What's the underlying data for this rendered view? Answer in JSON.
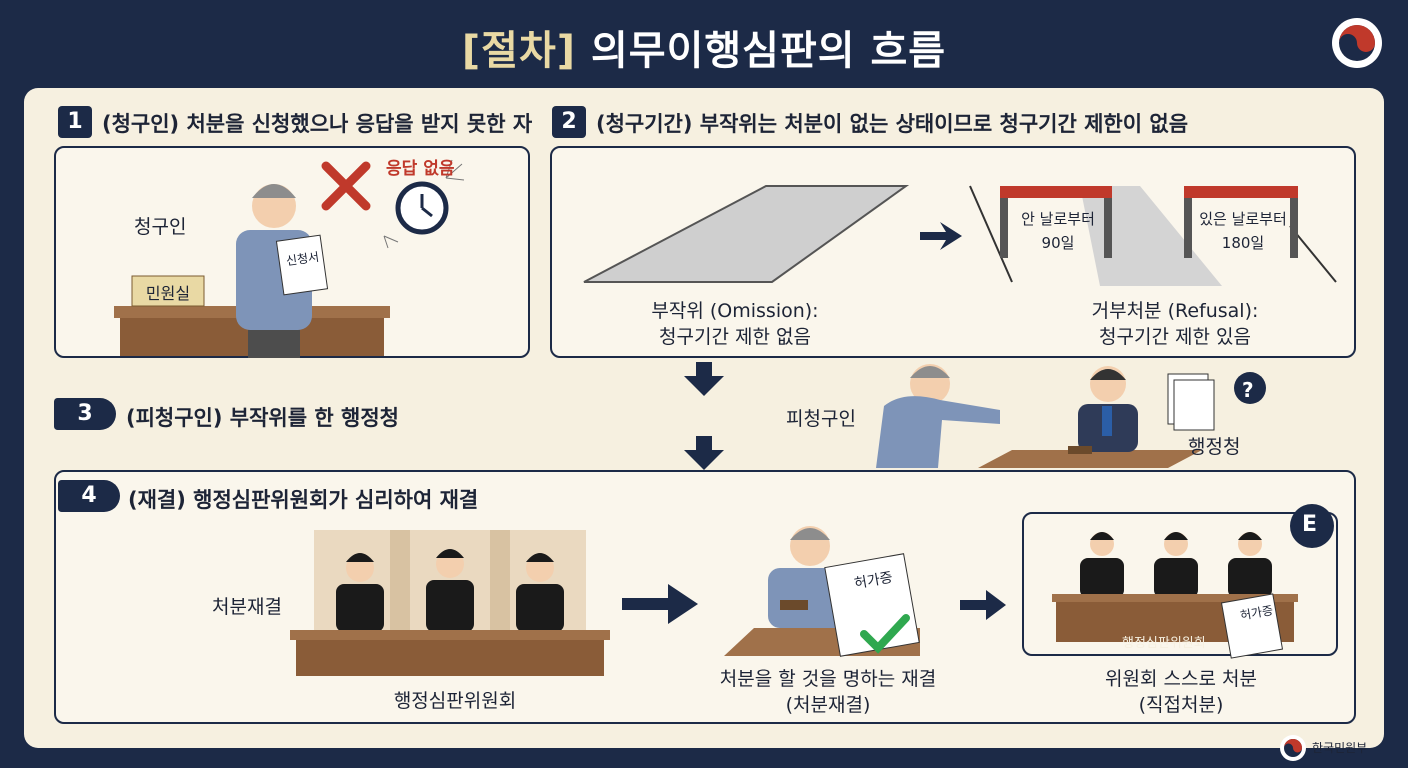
{
  "title": {
    "bracket": "[절차]",
    "main": "의무이행심판의 흐름"
  },
  "steps": [
    {
      "number": "1",
      "heading": "(청구인) 처분을 신청했으나 응답을 받지 못한 자"
    },
    {
      "number": "2",
      "heading": "(청구기간) 부작위는 처분이 없는 상태이므로 청구기간 제한이 없음"
    },
    {
      "number": "3",
      "heading": "(피청구인) 부작위를 한 행정청"
    },
    {
      "number": "4",
      "heading": "(재결) 행정심판위원회가 심리하여 재결"
    }
  ],
  "step1": {
    "claimant_label": "청구인",
    "desk_sign": "민원실",
    "document_label": "신청서",
    "no_response": "응답 없음"
  },
  "step2": {
    "omission_line1": "부작위 (Omission):",
    "omission_line2": "청구기간 제한 없음",
    "refusal_line1": "거부처분 (Refusal):",
    "refusal_line2": "청구기간 제한 있음",
    "gate1_line1": "안 날로부터",
    "gate1_line2": "90일",
    "gate2_line1": "있은 날로부터",
    "gate2_line2": "180일"
  },
  "step3": {
    "respondent_label": "피청구인",
    "agency_label": "행정청",
    "question_mark": "?"
  },
  "step4": {
    "ruling_label": "처분재결",
    "committee_label": "행정심판위원회",
    "permit_label": "허가증",
    "ruling_order_line1": "처분을 할 것을 명하는 재결",
    "ruling_order_line2": "(처분재결)",
    "direct_line1": "위원회 스스로 처분",
    "direct_line2": "(직접처분)",
    "direct_desk_label": "행정심판위원회",
    "direct_permit_label": "허가증",
    "e_badge": "E"
  },
  "footer": {
    "ministry": "한국민원부"
  },
  "colors": {
    "navy": "#1c2a47",
    "cream": "#f6f0e0",
    "red": "#c0392b",
    "green": "#2fa84f"
  }
}
